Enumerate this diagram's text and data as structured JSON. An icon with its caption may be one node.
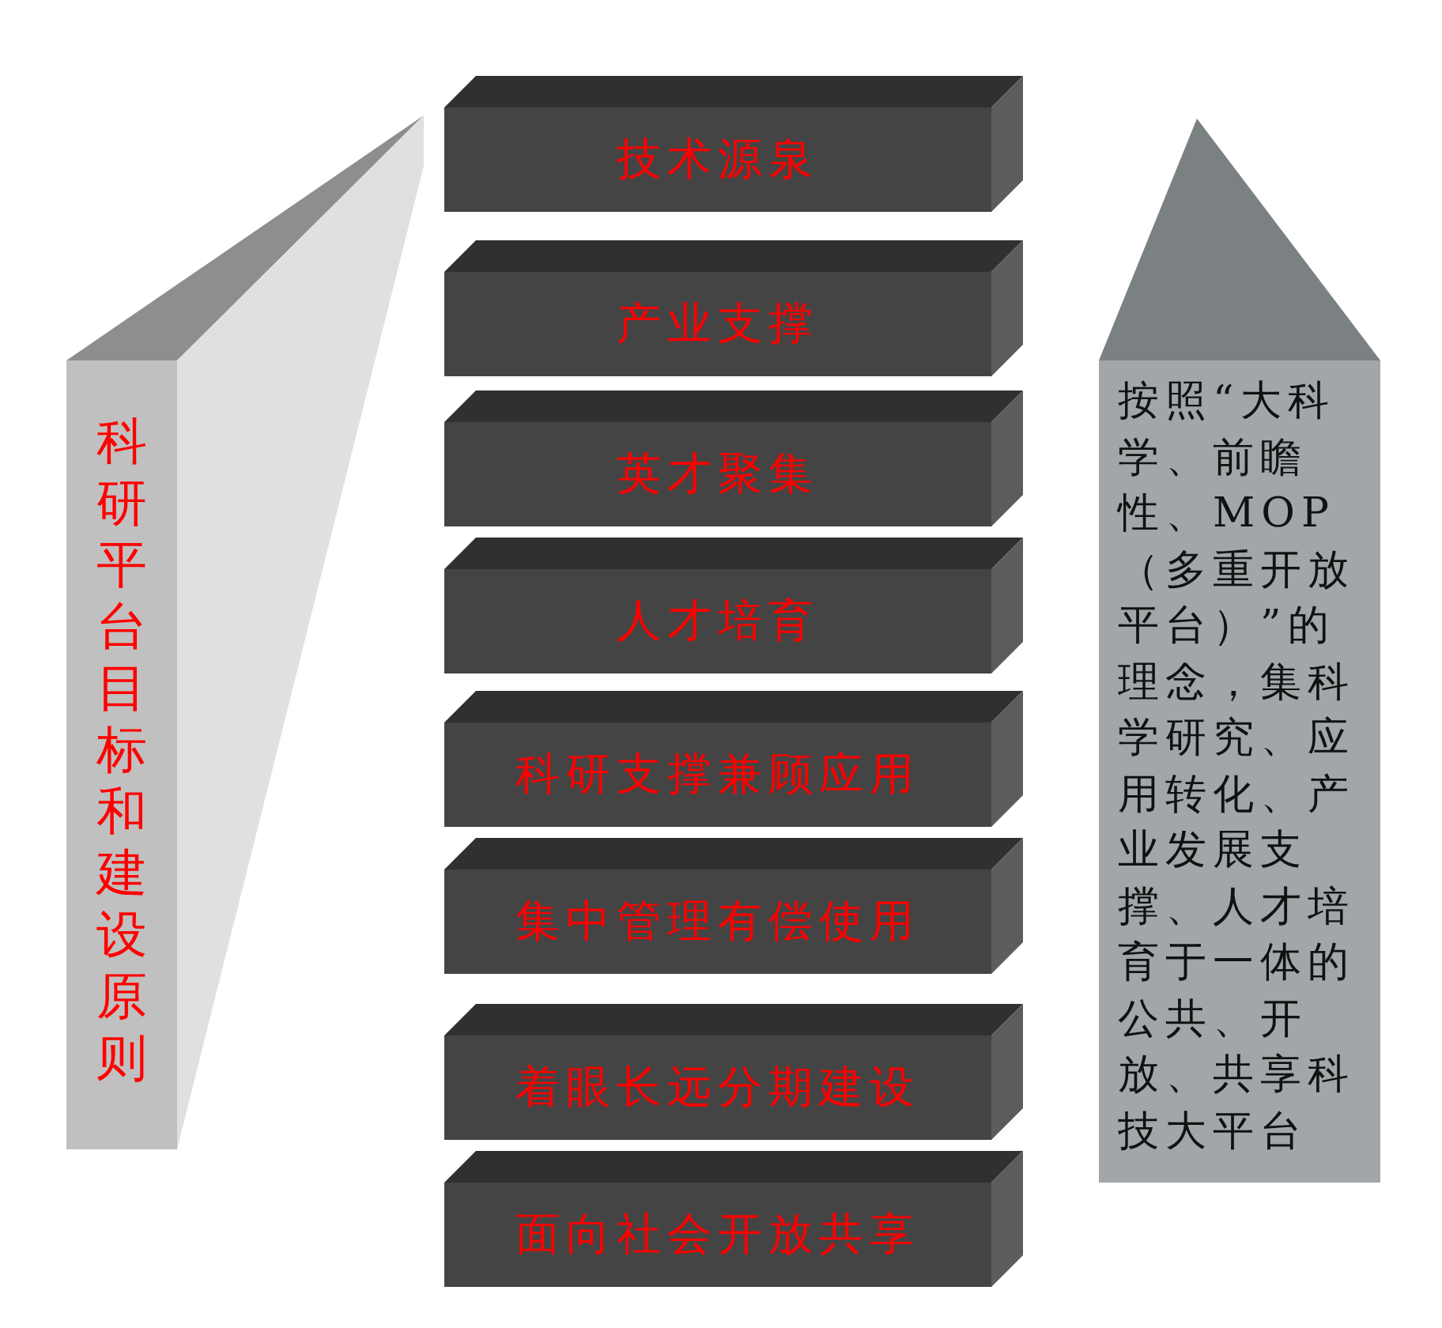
{
  "diagram": {
    "nodes": [
      {
        "text": [
          "科研平台目标和建设原则"
        ]
      },
      {
        "text": [
          "技术源泉"
        ]
      },
      {
        "text": [
          "产业支撑"
        ]
      },
      {
        "text": [
          "英才聚集"
        ]
      },
      {
        "text": [
          "人才培育"
        ]
      },
      {
        "text": [
          "科研支撑兼顾应用"
        ]
      },
      {
        "text": [
          "集中管理有偿使用"
        ]
      },
      {
        "text": [
          "着眼长远分期建设"
        ]
      },
      {
        "text": [
          "面向社会开放共享"
        ]
      },
      {
        "text": [
          "按照“大科学、前瞻性、MOP（多重开放平台）”的理念，集科学研究、应用转化、产业发展支撑、人才培育于一体的公共、开放、共享科技大平台"
        ]
      }
    ]
  }
}
